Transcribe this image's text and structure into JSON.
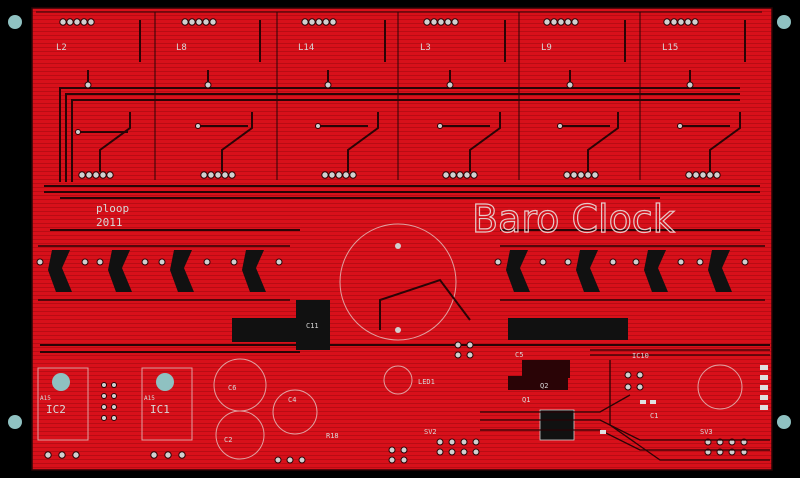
{
  "board": {
    "title": "Baro Clock",
    "author": "ploop",
    "year": "2011",
    "colors": {
      "copper": "#d8101a",
      "copper_dark": "#a80810",
      "trace": "#2a0406",
      "background": "#000000",
      "silk": "#d8d8d8",
      "pad": "#d0d0d0",
      "hole": "#8fc1c1"
    }
  },
  "relays_top": [
    "L2",
    "L8",
    "L14",
    "L3",
    "L9",
    "L15"
  ],
  "components": {
    "ic2": "IC2",
    "ic1": "IC1",
    "c11": "C11",
    "c6": "C6",
    "c2": "C2",
    "c4": "C4",
    "r18": "R18",
    "led1": "LED1",
    "sv2": "SV2",
    "sv3": "SV3",
    "ic10": "IC10",
    "q1": "Q1",
    "q2": "Q2",
    "c5": "C5",
    "c1": "C1",
    "bot_a": "A15",
    "bot_b": "A15"
  }
}
